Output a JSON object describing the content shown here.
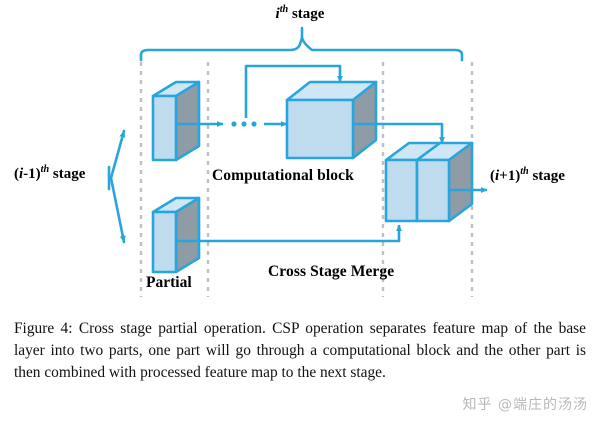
{
  "figure": {
    "top_label": {
      "prefix": "",
      "var": "i",
      "sup": "th",
      "suffix": " stage"
    },
    "left_label": {
      "pre": "(",
      "var": "i",
      "mid": "-1)",
      "sup": "th",
      "suffix": " stage"
    },
    "right_label": {
      "pre": "(",
      "var": "i",
      "mid": "+1)",
      "sup": "th",
      "suffix": " stage"
    },
    "computational_block_label": "Computational block",
    "cross_stage_merge_label": "Cross Stage Merge",
    "partial_label": "Partial",
    "ellipsis": "• • •",
    "colors": {
      "stroke": "#29a5dd",
      "face_front": "#bfdcef",
      "face_top": "#cfe6f4",
      "face_side": "#8f9ca5",
      "dashed_guide": "#b9c2c8",
      "text": "#000000"
    },
    "blocks": [
      {
        "name": "base-layer-block",
        "role": "first partial feature map entering computational path"
      },
      {
        "name": "computational-block",
        "role": "computational block"
      },
      {
        "name": "partial-block",
        "role": "partial feature map bypassing computation"
      },
      {
        "name": "merge-block",
        "role": "cross stage merged feature map"
      }
    ],
    "guides": {
      "count": 4,
      "x_positions": [
        141,
        208,
        383,
        472
      ]
    }
  },
  "caption": {
    "label": "Figure 4:",
    "text": "Cross stage partial operation.  CSP operation separates feature map of the base layer into two parts, one part will go through a computational block and the other part is then combined with processed feature map to the next stage."
  },
  "watermark": {
    "text": "知乎 @端庄的汤汤"
  }
}
